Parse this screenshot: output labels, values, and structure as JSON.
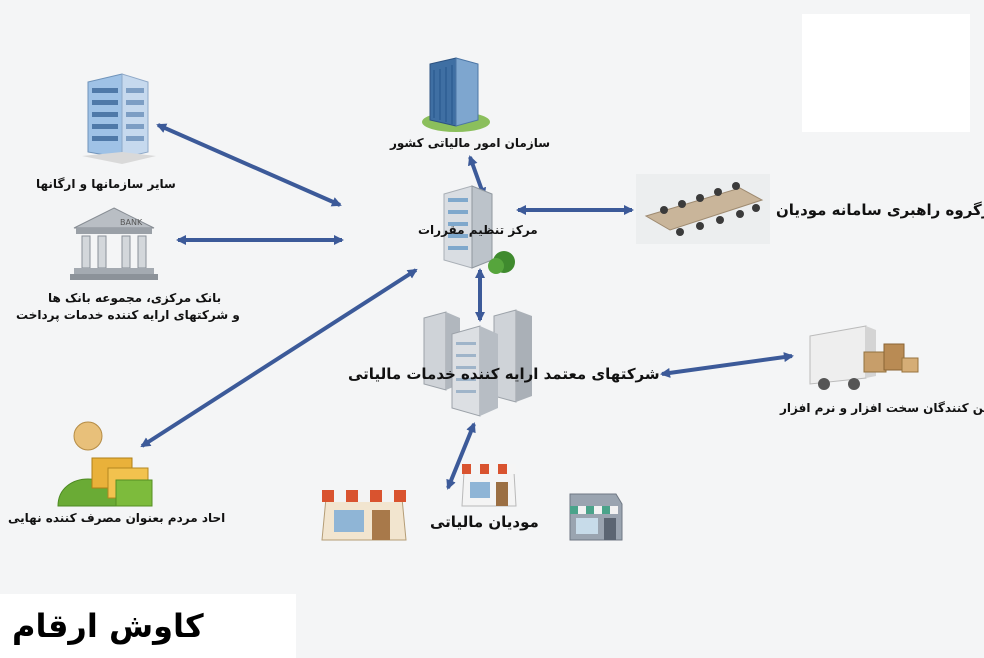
{
  "nodes": {
    "tax_org": "سازمان امور مالیاتی کشور",
    "regulation_center": "مرکز تنظیم مقررات",
    "steering_group": "کارگروه راهبری سامانه مودیان",
    "other_orgs": "سایر سازمانها و ارگانها",
    "banks_line1": "بانک مرکزی، مجموعه بانک ها",
    "banks_line2": "و شرکتهای ارایه کننده خدمات پرداخت",
    "trusted_companies": "شرکتهای معتمد ارایه کننده خدمات مالیاتی",
    "suppliers": "تامین کنندگان سخت افزار و نرم افزار",
    "citizens": "احاد مردم بعنوان مصرف کننده نهایی",
    "taxpayers": "مودیان مالیاتی"
  },
  "bank_sign": "BANK",
  "brand": "کاوش ارقام",
  "colors": {
    "arrow": "#3c5a99",
    "background": "#f4f5f6"
  }
}
